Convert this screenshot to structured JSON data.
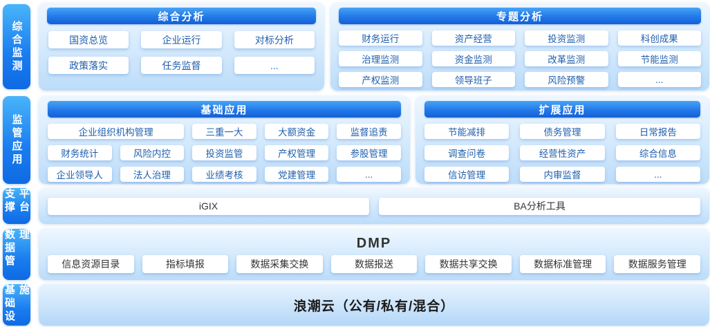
{
  "colors": {
    "rail_blue_top": "#49b4fb",
    "rail_blue_bottom": "#0f6ae4",
    "header_blue_top": "#47a3f5",
    "header_blue_bottom": "#145fd6",
    "panel_blue_light": "#eef7ff",
    "panel_blue_deep": "#bcdcf9",
    "item_text_blue": "#1f5fae",
    "dark_text": "#333333"
  },
  "rail": [
    "综合监测",
    "监管应用",
    "支撑平台",
    "数据管理",
    "基础设施"
  ],
  "row1": {
    "left": {
      "header": "综合分析",
      "items": [
        "国资总览",
        "企业运行",
        "对标分析",
        "政策落实",
        "任务监督",
        "..."
      ]
    },
    "right": {
      "header": "专题分析",
      "items": [
        "财务运行",
        "资产经营",
        "投资监测",
        "科创成果",
        "治理监测",
        "资金监测",
        "改革监测",
        "节能监测",
        "产权监测",
        "领导班子",
        "风险预警",
        "..."
      ]
    }
  },
  "row2": {
    "left": {
      "header": "基础应用",
      "items": [
        "企业组织机构管理",
        "三重一大",
        "大额资金",
        "监督追责",
        "财务统计",
        "风险内控",
        "投资监管",
        "产权管理",
        "参股管理",
        "企业领导人",
        "法人治理",
        "业绩考核",
        "党建管理",
        "..."
      ]
    },
    "right": {
      "header": "扩展应用",
      "items": [
        "节能减排",
        "债务管理",
        "日常报告",
        "调查问卷",
        "经营性资产",
        "综合信息",
        "信访管理",
        "内审监督",
        "..."
      ]
    }
  },
  "row3": {
    "items": [
      "iGIX",
      "BA分析工具"
    ]
  },
  "row4": {
    "title": "DMP",
    "items": [
      "信息资源目录",
      "指标填报",
      "数据采集交换",
      "数据报送",
      "数据共享交换",
      "数据标准管理",
      "数据服务管理"
    ]
  },
  "row5": {
    "title": "浪潮云（公有/私有/混合）"
  }
}
